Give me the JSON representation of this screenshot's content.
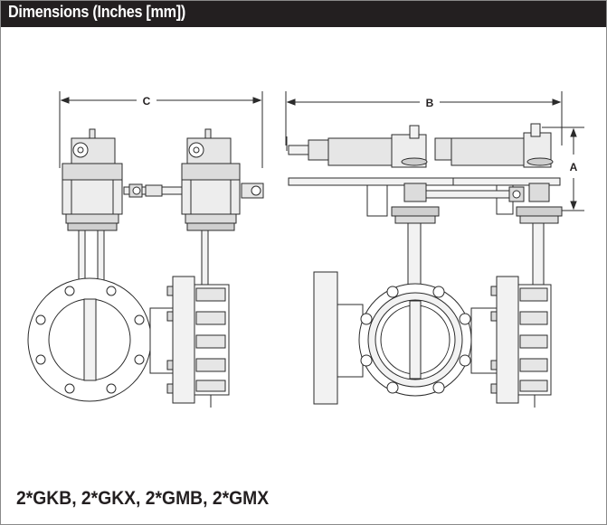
{
  "header": {
    "title": "Dimensions (Inches [mm])"
  },
  "dimensions": {
    "c_label": "C",
    "b_label": "B",
    "a_label": "A"
  },
  "footer": {
    "models": "2*GKB, 2*GKX, 2*GMB, 2*GMX"
  },
  "colors": {
    "header_bg": "#231f20",
    "header_text": "#ffffff",
    "line": "#2b2b2b",
    "fill_light": "#e6e6e6",
    "fill_mid": "#cfcfcf"
  }
}
